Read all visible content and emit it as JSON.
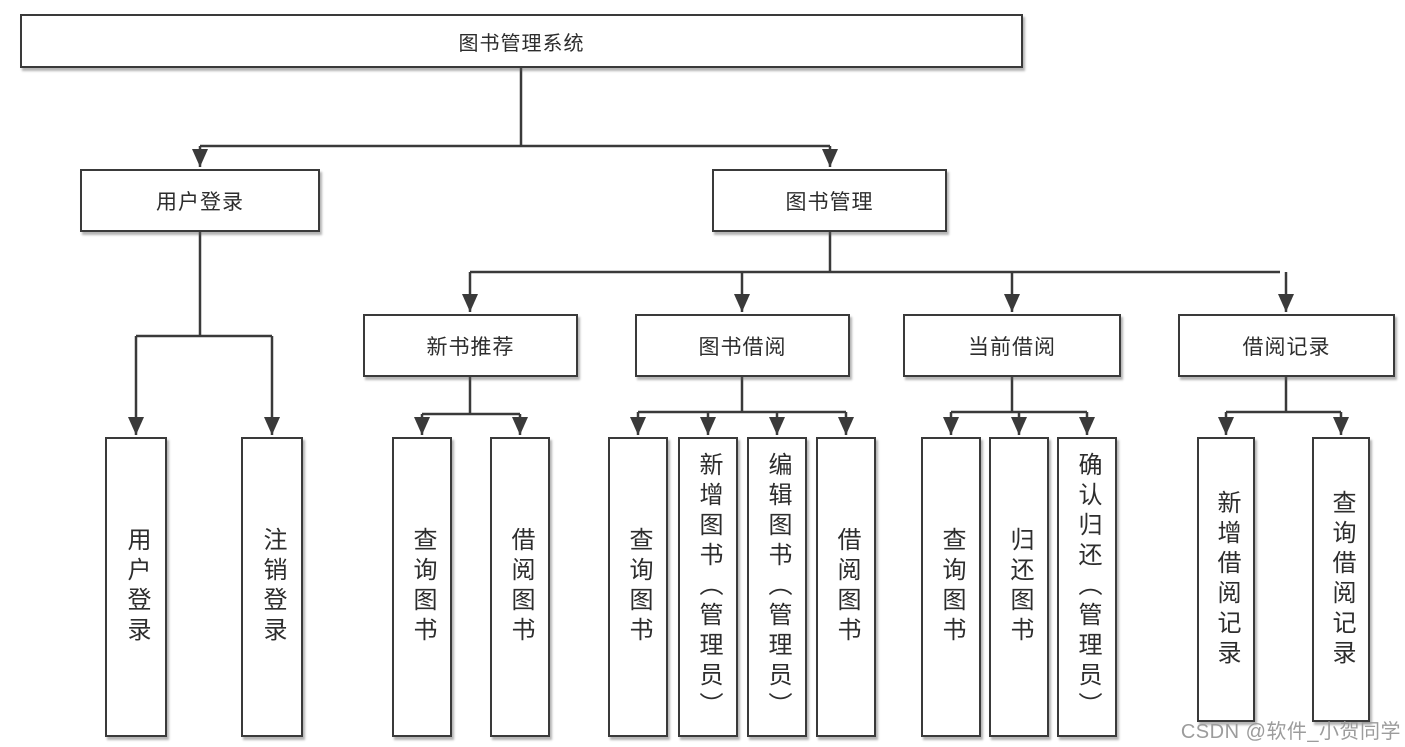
{
  "tree": {
    "label": "图书管理系统",
    "children": [
      {
        "label": "用户登录",
        "children": [
          {
            "label": "用户登录"
          },
          {
            "label": "注销登录"
          }
        ]
      },
      {
        "label": "图书管理",
        "children": [
          {
            "label": "新书推荐",
            "children": [
              {
                "label": "查询图书"
              },
              {
                "label": "借阅图书"
              }
            ]
          },
          {
            "label": "图书借阅",
            "children": [
              {
                "label": "查询图书"
              },
              {
                "label": "新增图书（管理员）"
              },
              {
                "label": "编辑图书（管理员）"
              },
              {
                "label": "借阅图书"
              }
            ]
          },
          {
            "label": "当前借阅",
            "children": [
              {
                "label": "查询图书"
              },
              {
                "label": "归还图书"
              },
              {
                "label": "确认归还（管理员）"
              }
            ]
          },
          {
            "label": "借阅记录",
            "children": [
              {
                "label": "新增借阅记录"
              },
              {
                "label": "查询借阅记录"
              }
            ]
          }
        ]
      }
    ]
  },
  "watermark": {
    "text": "CSDN @软件_小贺同学"
  },
  "colors": {
    "line": "#3a3a3a",
    "box_border": "#3a3a3a",
    "box_fill": "#ffffff",
    "text": "#2d2d2d",
    "watermark": "#9c9c9c",
    "background": "#ffffff"
  }
}
